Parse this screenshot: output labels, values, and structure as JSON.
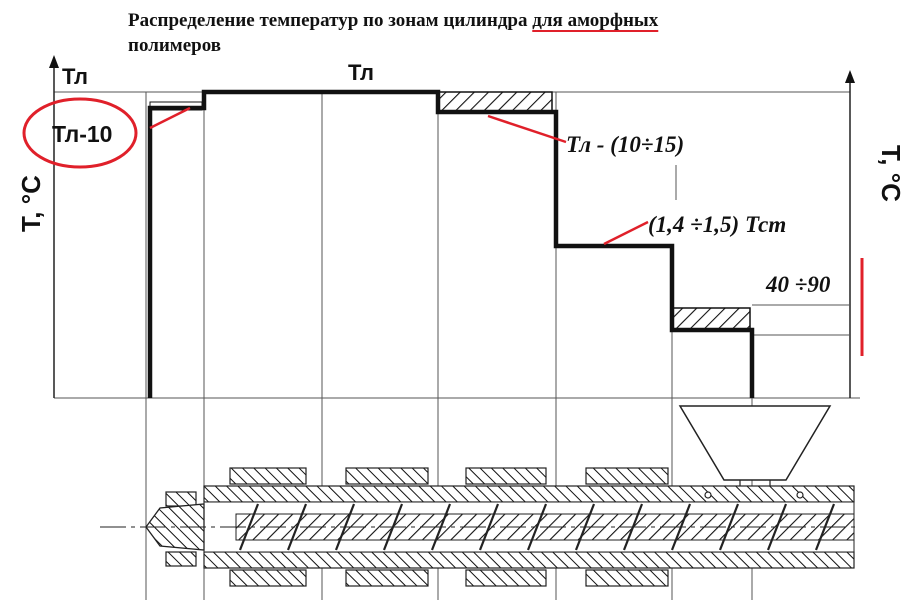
{
  "title": {
    "part1": "Распределение температур по зонам цилиндра ",
    "part2": "для аморфных",
    "part3": "полимеров"
  },
  "labels": {
    "tl_left": "Тл",
    "tl_top": "Тл",
    "tl_minus_10": "Тл-10",
    "axis_left": "Т, °С",
    "axis_right": "Т, °С",
    "tl_10_15": "Тл - (10÷15)",
    "tst_range": "(1,4 ÷1,5) Тст",
    "range_40_90": "40 ÷90"
  },
  "colors": {
    "ink": "#111111",
    "highlight": "#e0202a"
  }
}
